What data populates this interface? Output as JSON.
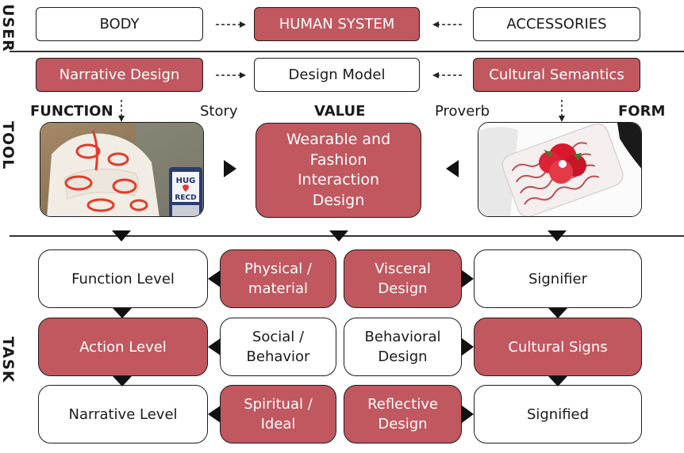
{
  "side_labels": {
    "user": "USER",
    "tool": "TOOL",
    "task": "TASK"
  },
  "user_row": {
    "body": "BODY",
    "human_system": "HUMAN SYSTEM",
    "accessories": "ACCESSORIES"
  },
  "tool_row": {
    "narrative_design": "Narrative Design",
    "design_model": "Design Model",
    "cultural_semantics": "Cultural Semantics"
  },
  "column_labels": {
    "function": "FUNCTION",
    "story": "Story",
    "value": "VALUE",
    "proverb": "Proverb",
    "form": "FORM"
  },
  "center_box": {
    "line1": "Wearable and",
    "line2": "Fashion",
    "line3": "Interaction",
    "line4": "Design"
  },
  "phone_screen": {
    "line1": "HUG",
    "line2": "RECD"
  },
  "task_grid": {
    "r1": {
      "left": "Function Level",
      "mid_left": [
        "Physical /",
        "material"
      ],
      "mid_right": [
        "Visceral",
        "Design"
      ],
      "right": "Signifier"
    },
    "r2": {
      "left": "Action Level",
      "mid_left": [
        "Social /",
        "Behavior"
      ],
      "mid_right": [
        "Behavioral",
        "Design"
      ],
      "right": "Cultural Signs"
    },
    "r3": {
      "left": "Narrative Level",
      "mid_left": [
        "Spiritual /",
        "Ideal"
      ],
      "mid_right": [
        "Reflective",
        "Design"
      ],
      "right": "Signified"
    }
  },
  "colors": {
    "accent": "#c1575f",
    "border": "#1c1c1c"
  }
}
